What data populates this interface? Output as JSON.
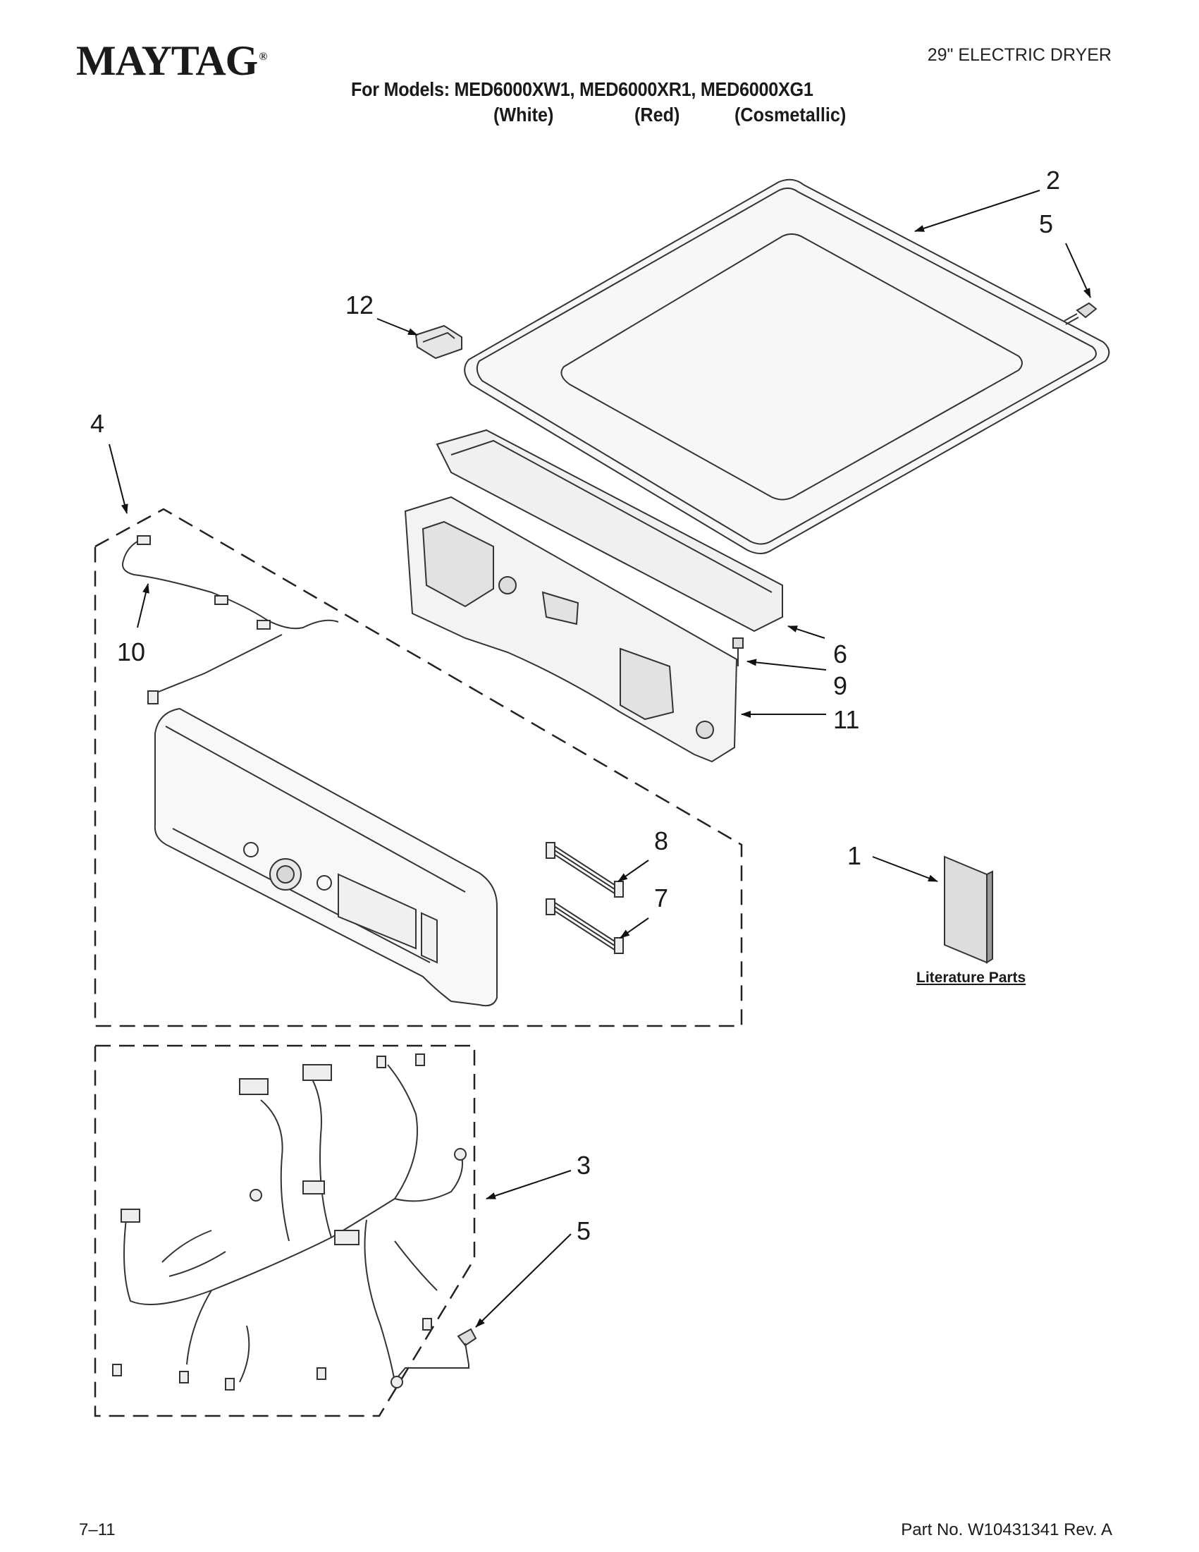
{
  "header": {
    "brand": "MAYTAG",
    "brand_mark": "®",
    "product_type": "29\" ELECTRIC DRYER",
    "models_line": "For Models: MED6000XW1, MED6000XR1, MED6000XG1",
    "variants": [
      "(White)",
      "(Red)",
      "(Cosmetallic)"
    ]
  },
  "callouts": {
    "top_panel": "2",
    "screw_top": "5",
    "clip": "12",
    "console_assembly": "4",
    "wire_harness_console": "10",
    "rear_bracket": "6",
    "console_screw": "9",
    "console_frame": "11",
    "ribbon_cable_upper": "8",
    "ribbon_cable_lower": "7",
    "literature": "1",
    "main_harness": "3",
    "screw_harness": "5"
  },
  "literature_label": "Literature Parts",
  "footer": {
    "date_code": "7–11",
    "part_number": "Part No. W10431341 Rev. A"
  }
}
